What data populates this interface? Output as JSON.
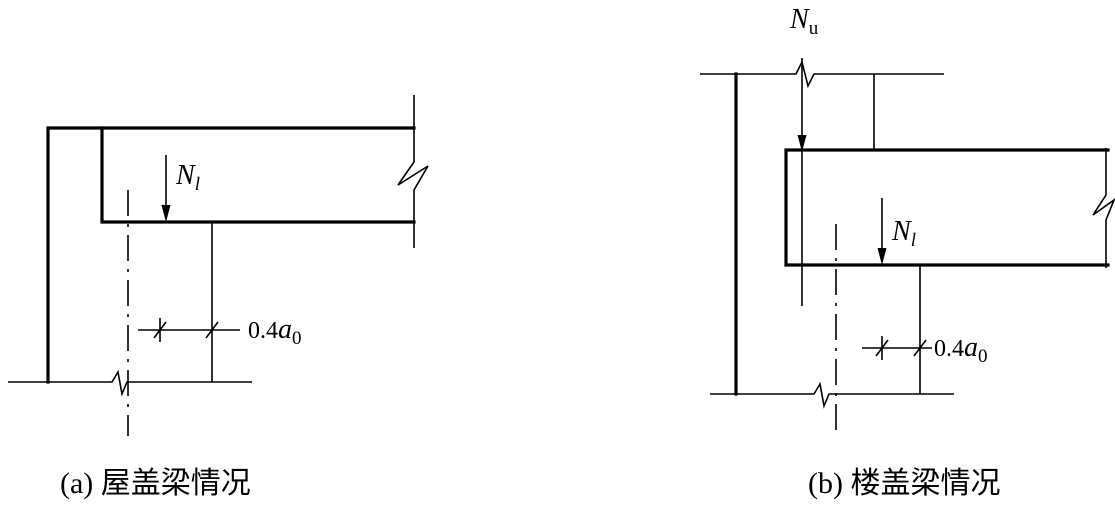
{
  "left_figure": {
    "load_symbol": "N",
    "load_subscript": "l",
    "dim_value": "0.4",
    "dim_symbol": "a",
    "dim_subscript": "0",
    "caption": "(a) 屋盖梁情况"
  },
  "right_figure": {
    "upper_load_symbol": "N",
    "upper_load_subscript": "u",
    "load_symbol": "N",
    "load_subscript": "l",
    "dim_value": "0.4",
    "dim_symbol": "a",
    "dim_subscript": "0",
    "caption": "(b) 楼盖梁情况"
  }
}
